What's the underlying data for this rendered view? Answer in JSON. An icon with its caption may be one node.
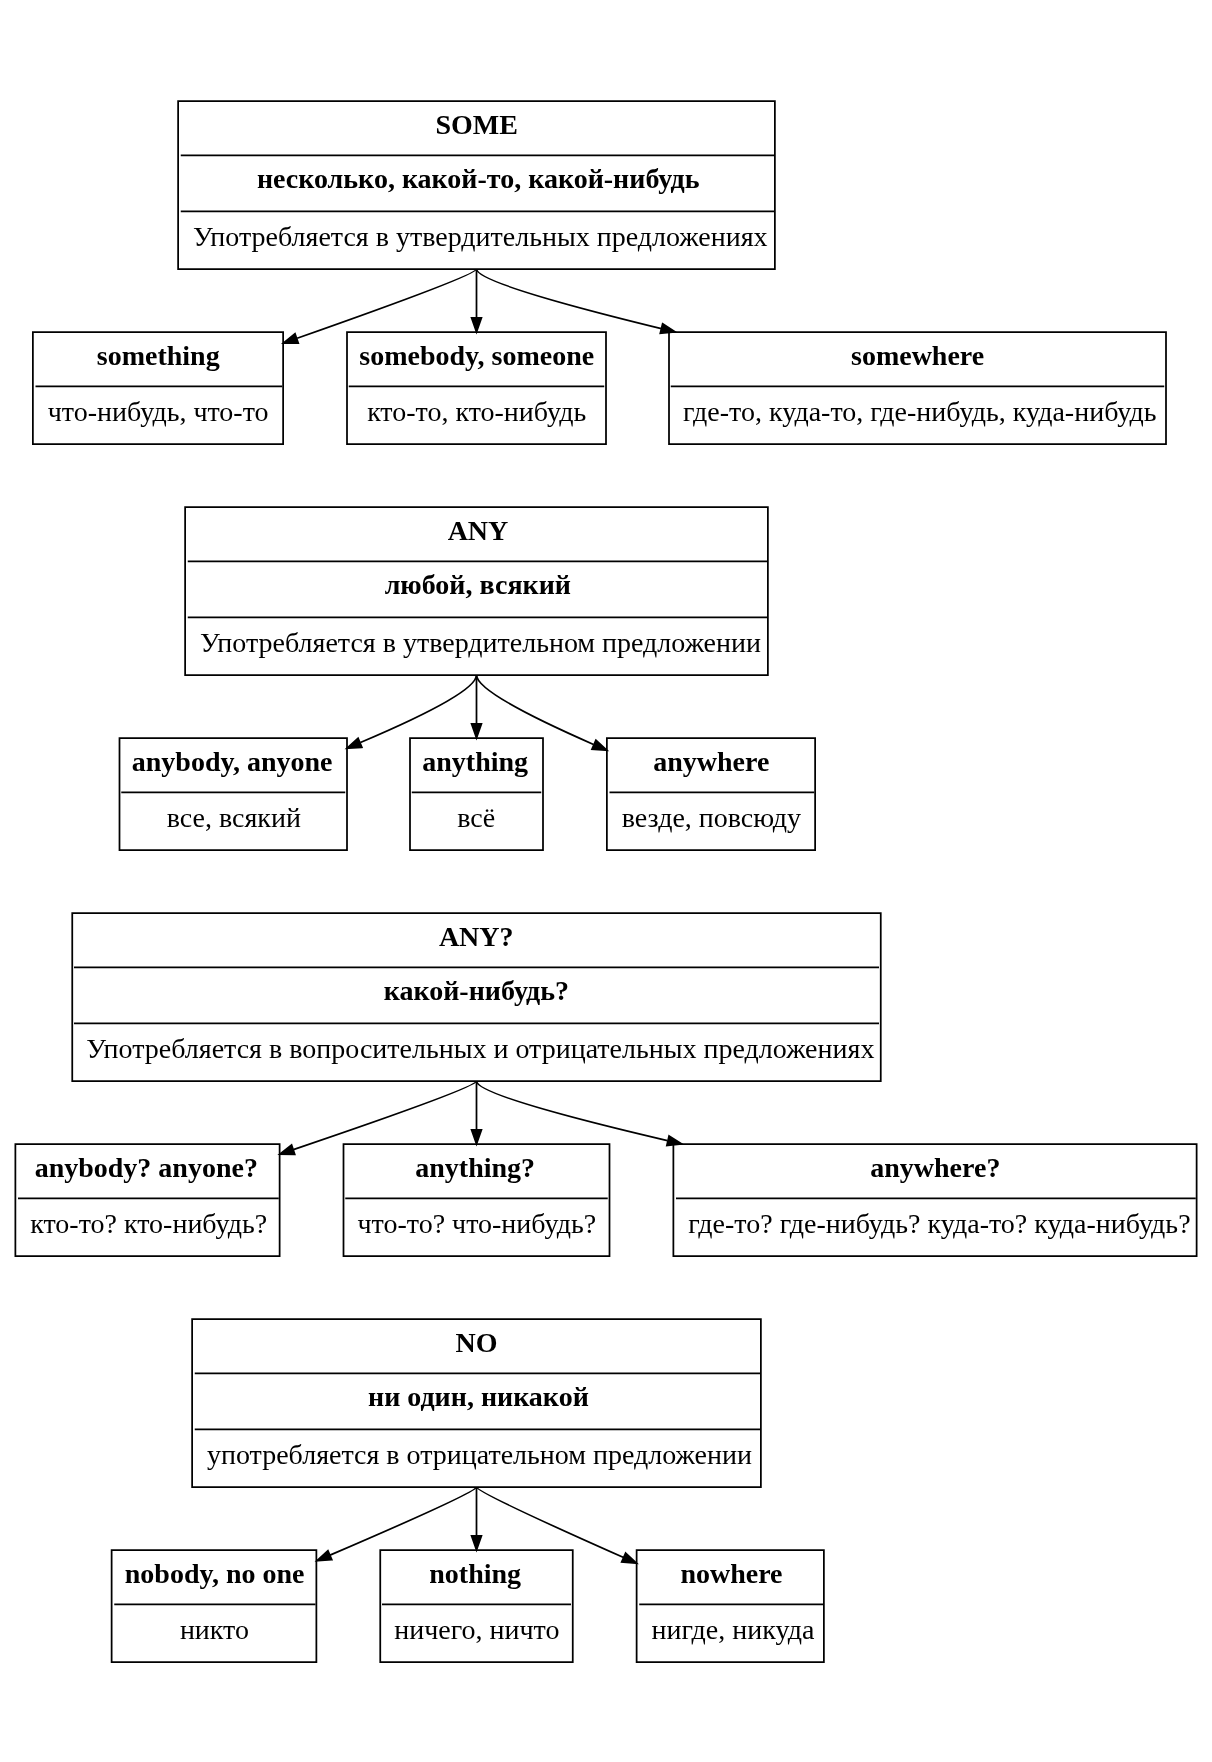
{
  "diagram": {
    "nodes": [
      {
        "text": [
          "SOME",
          "несколько, какой-то, какой-нибудь",
          "Употребляется в утвердительных предложениях"
        ]
      },
      {
        "text": [
          "something",
          "что-нибудь, что-то"
        ]
      },
      {
        "text": [
          "somebody, someone",
          "кто-то, кто-нибудь"
        ]
      },
      {
        "text": [
          "somewhere",
          "где-то, куда-то, где-нибудь, куда-нибудь"
        ]
      },
      {
        "text": [
          "ANY",
          "любой, всякий",
          "Употребляется в утвердительном предложении"
        ]
      },
      {
        "text": [
          "anybody, anyone",
          "все, всякий"
        ]
      },
      {
        "text": [
          "anything",
          "всё"
        ]
      },
      {
        "text": [
          "anywhere",
          "везде, повсюду"
        ]
      },
      {
        "text": [
          "ANY?",
          "какой-нибудь?",
          "Употребляется в вопросительных и отрицательных предложениях"
        ]
      },
      {
        "text": [
          "anybody? anyone?",
          "кто-то? кто-нибудь?"
        ]
      },
      {
        "text": [
          "anything?",
          "что-то? что-нибудь?"
        ]
      },
      {
        "text": [
          "anywhere?",
          "где-то? где-нибудь? куда-то? куда-нибудь?"
        ]
      },
      {
        "text": [
          "NO",
          "ни один, никакой",
          "употребляется в отрицательном предложении"
        ]
      },
      {
        "text": [
          "nobody, no one",
          "никто"
        ]
      },
      {
        "text": [
          "nothing",
          "ничего, ничто"
        ]
      },
      {
        "text": [
          "nowhere",
          "нигде, никуда"
        ]
      }
    ],
    "edges": [
      {
        "from": 0,
        "to": 1,
        "arrow": "to"
      },
      {
        "from": 0,
        "to": 2,
        "arrow": "to"
      },
      {
        "from": 0,
        "to": 3,
        "arrow": "to"
      },
      {
        "from": 4,
        "to": 5,
        "arrow": "to"
      },
      {
        "from": 4,
        "to": 6,
        "arrow": "to"
      },
      {
        "from": 4,
        "to": 7,
        "arrow": "to"
      },
      {
        "from": 8,
        "to": 9,
        "arrow": "to"
      },
      {
        "from": 8,
        "to": 10,
        "arrow": "to"
      },
      {
        "from": 8,
        "to": 11,
        "arrow": "to"
      },
      {
        "from": 12,
        "to": 13,
        "arrow": "to"
      },
      {
        "from": 12,
        "to": 14,
        "arrow": "to"
      },
      {
        "from": 12,
        "to": 15,
        "arrow": "to"
      }
    ]
  }
}
